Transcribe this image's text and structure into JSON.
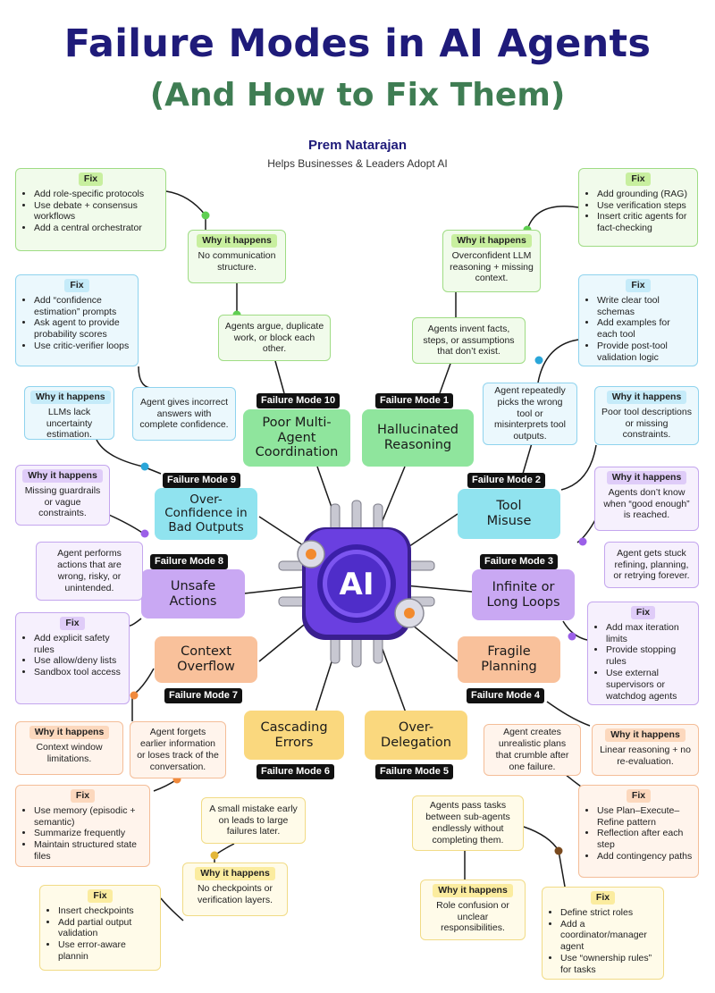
{
  "header": {
    "title": "Failure Modes in AI Agents",
    "subtitle": "(And How to Fix Them)",
    "author": "Prem Natarajan",
    "tagline": "Helps Businesses & Leaders Adopt AI"
  },
  "hub": {
    "label": "AI",
    "icon": "robot-chip-icon"
  },
  "modes": [
    {
      "num": "Failure Mode 1",
      "name": "Hallucinated\nReasoning",
      "symptom": "Agents invent facts, steps, or assumptions that don’t exist.",
      "why_label": "Why it happens",
      "why": "Overconfident LLM reasoning + missing context.",
      "fix_label": "Fix",
      "fixes": [
        "Add grounding (RAG)",
        "Use verification steps",
        "Insert critic agents for fact-checking"
      ]
    },
    {
      "num": "Failure Mode 2",
      "name": "Tool\nMisuse",
      "symptom": "Agent repeatedly picks the wrong tool or misinterprets tool outputs.",
      "why_label": "Why it happens",
      "why": "Poor tool descriptions or missing constraints.",
      "fix_label": "Fix",
      "fixes": [
        "Write clear tool schemas",
        "Add examples for each tool",
        "Provide post-tool validation logic"
      ]
    },
    {
      "num": "Failure Mode 3",
      "name": "Infinite or\nLong Loops",
      "symptom": "Agent gets stuck refining, planning, or retrying forever.",
      "why_label": "Why it happens",
      "why": "Agents don’t know when “good enough” is reached.",
      "fix_label": "Fix",
      "fixes": [
        "Add max iteration limits",
        "Provide stopping rules",
        "Use external supervisors or watchdog agents"
      ]
    },
    {
      "num": "Failure Mode 4",
      "name": "Fragile\nPlanning",
      "symptom": "Agent creates unrealistic plans that crumble after one failure.",
      "why_label": "Why it happens",
      "why": "Linear reasoning + no re-evaluation.",
      "fix_label": "Fix",
      "fixes": [
        "Use Plan–Execute–Refine pattern",
        "Reflection after each step",
        "Add contingency paths"
      ]
    },
    {
      "num": "Failure Mode 5",
      "name": "Over-\nDelegation",
      "symptom": "Agents pass tasks between sub-agents endlessly without completing them.",
      "why_label": "Why it happens",
      "why": "Role confusion or unclear responsibilities.",
      "fix_label": "Fix",
      "fixes": [
        "Define strict roles",
        "Add a coordinator/manager agent",
        "Use “ownership rules” for tasks"
      ]
    },
    {
      "num": "Failure Mode 6",
      "name": "Cascading\nErrors",
      "symptom": "A small mistake early on leads to large failures later.",
      "why_label": "Why it happens",
      "why": "No checkpoints or verification layers.",
      "fix_label": "Fix",
      "fixes": [
        "Insert checkpoints",
        "Add partial output validation",
        "Use error-aware plannin"
      ]
    },
    {
      "num": "Failure Mode 7",
      "name": "Context\nOverflow",
      "symptom": "Agent forgets earlier information or loses track of the conversation.",
      "why_label": "Why it happens",
      "why": "Context window limitations.",
      "fix_label": "Fix",
      "fixes": [
        "Use memory (episodic + semantic)",
        "Summarize frequently",
        "Maintain structured state files"
      ]
    },
    {
      "num": "Failure Mode 8",
      "name": "Unsafe\nActions",
      "symptom": "Agent performs actions that are wrong, risky, or unintended.",
      "why_label": "Why it happens",
      "why": "Missing guardrails or vague constraints.",
      "fix_label": "Fix",
      "fixes": [
        "Add explicit safety rules",
        "Use allow/deny lists",
        "Sandbox tool access"
      ]
    },
    {
      "num": "Failure Mode 9",
      "name": "Over-\nConfidence in\nBad Outputs",
      "symptom": "Agent gives incorrect answers with complete confidence.",
      "why_label": "Why it happens",
      "why": "LLMs lack uncertainty estimation.",
      "fix_label": "Fix",
      "fixes": [
        "Add “confidence estimation” prompts",
        "Ask agent to provide probability scores",
        "Use critic-verifier loops"
      ]
    },
    {
      "num": "Failure Mode 10",
      "name": "Poor Multi-\nAgent\nCoordination",
      "symptom": "Agents argue, duplicate work, or block each other.",
      "why_label": "Why it happens",
      "why": "No communication structure.",
      "fix_label": "Fix",
      "fixes": [
        "Add role-specific protocols",
        "Use debate + consensus workflows",
        "Add a central orchestrator"
      ]
    }
  ],
  "colors": {
    "title": "#1f1b7a",
    "subtitle": "#3f7d53",
    "green": "#8fe59d",
    "blue": "#90e3ef",
    "purple": "#c9a8f3",
    "orange": "#f9c19b",
    "yellow": "#fad87e",
    "hub": "#6a3fe0"
  }
}
